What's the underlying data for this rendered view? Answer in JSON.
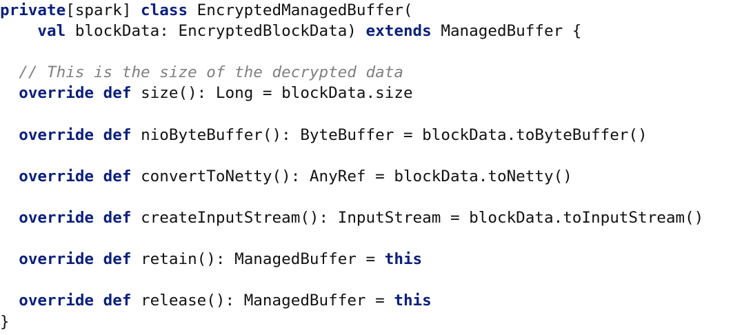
{
  "code": {
    "lines": [
      [
        {
          "t": "private",
          "k": "kw"
        },
        {
          "t": "[spark] ",
          "k": "plain"
        },
        {
          "t": "class",
          "k": "kw"
        },
        {
          "t": " EncryptedManagedBuffer(",
          "k": "plain"
        }
      ],
      [
        {
          "t": "    ",
          "k": "plain"
        },
        {
          "t": "val",
          "k": "kw"
        },
        {
          "t": " blockData: EncryptedBlockData) ",
          "k": "plain"
        },
        {
          "t": "extends",
          "k": "kw"
        },
        {
          "t": " ManagedBuffer {",
          "k": "plain"
        }
      ],
      [],
      [
        {
          "t": "  ",
          "k": "plain"
        },
        {
          "t": "// This is the size of the decrypted data",
          "k": "comment"
        }
      ],
      [
        {
          "t": "  ",
          "k": "plain"
        },
        {
          "t": "override",
          "k": "kw"
        },
        {
          "t": " ",
          "k": "plain"
        },
        {
          "t": "def",
          "k": "kw"
        },
        {
          "t": " size(): Long = blockData.size",
          "k": "plain"
        }
      ],
      [],
      [
        {
          "t": "  ",
          "k": "plain"
        },
        {
          "t": "override",
          "k": "kw"
        },
        {
          "t": " ",
          "k": "plain"
        },
        {
          "t": "def",
          "k": "kw"
        },
        {
          "t": " nioByteBuffer(): ByteBuffer = blockData.toByteBuffer()",
          "k": "plain"
        }
      ],
      [],
      [
        {
          "t": "  ",
          "k": "plain"
        },
        {
          "t": "override",
          "k": "kw"
        },
        {
          "t": " ",
          "k": "plain"
        },
        {
          "t": "def",
          "k": "kw"
        },
        {
          "t": " convertToNetty(): AnyRef = blockData.toNetty()",
          "k": "plain"
        }
      ],
      [],
      [
        {
          "t": "  ",
          "k": "plain"
        },
        {
          "t": "override",
          "k": "kw"
        },
        {
          "t": " ",
          "k": "plain"
        },
        {
          "t": "def",
          "k": "kw"
        },
        {
          "t": " createInputStream(): InputStream = blockData.toInputStream()",
          "k": "plain"
        }
      ],
      [],
      [
        {
          "t": "  ",
          "k": "plain"
        },
        {
          "t": "override",
          "k": "kw"
        },
        {
          "t": " ",
          "k": "plain"
        },
        {
          "t": "def",
          "k": "kw"
        },
        {
          "t": " retain(): ManagedBuffer = ",
          "k": "plain"
        },
        {
          "t": "this",
          "k": "kw"
        }
      ],
      [],
      [
        {
          "t": "  ",
          "k": "plain"
        },
        {
          "t": "override",
          "k": "kw"
        },
        {
          "t": " ",
          "k": "plain"
        },
        {
          "t": "def",
          "k": "kw"
        },
        {
          "t": " release(): ManagedBuffer = ",
          "k": "plain"
        },
        {
          "t": "this",
          "k": "kw"
        }
      ],
      [
        {
          "t": "}",
          "k": "plain"
        }
      ]
    ]
  },
  "colors": {
    "keyword": "#0a1f7a",
    "comment": "#808080",
    "text": "#111111",
    "background": "#ffffff"
  }
}
